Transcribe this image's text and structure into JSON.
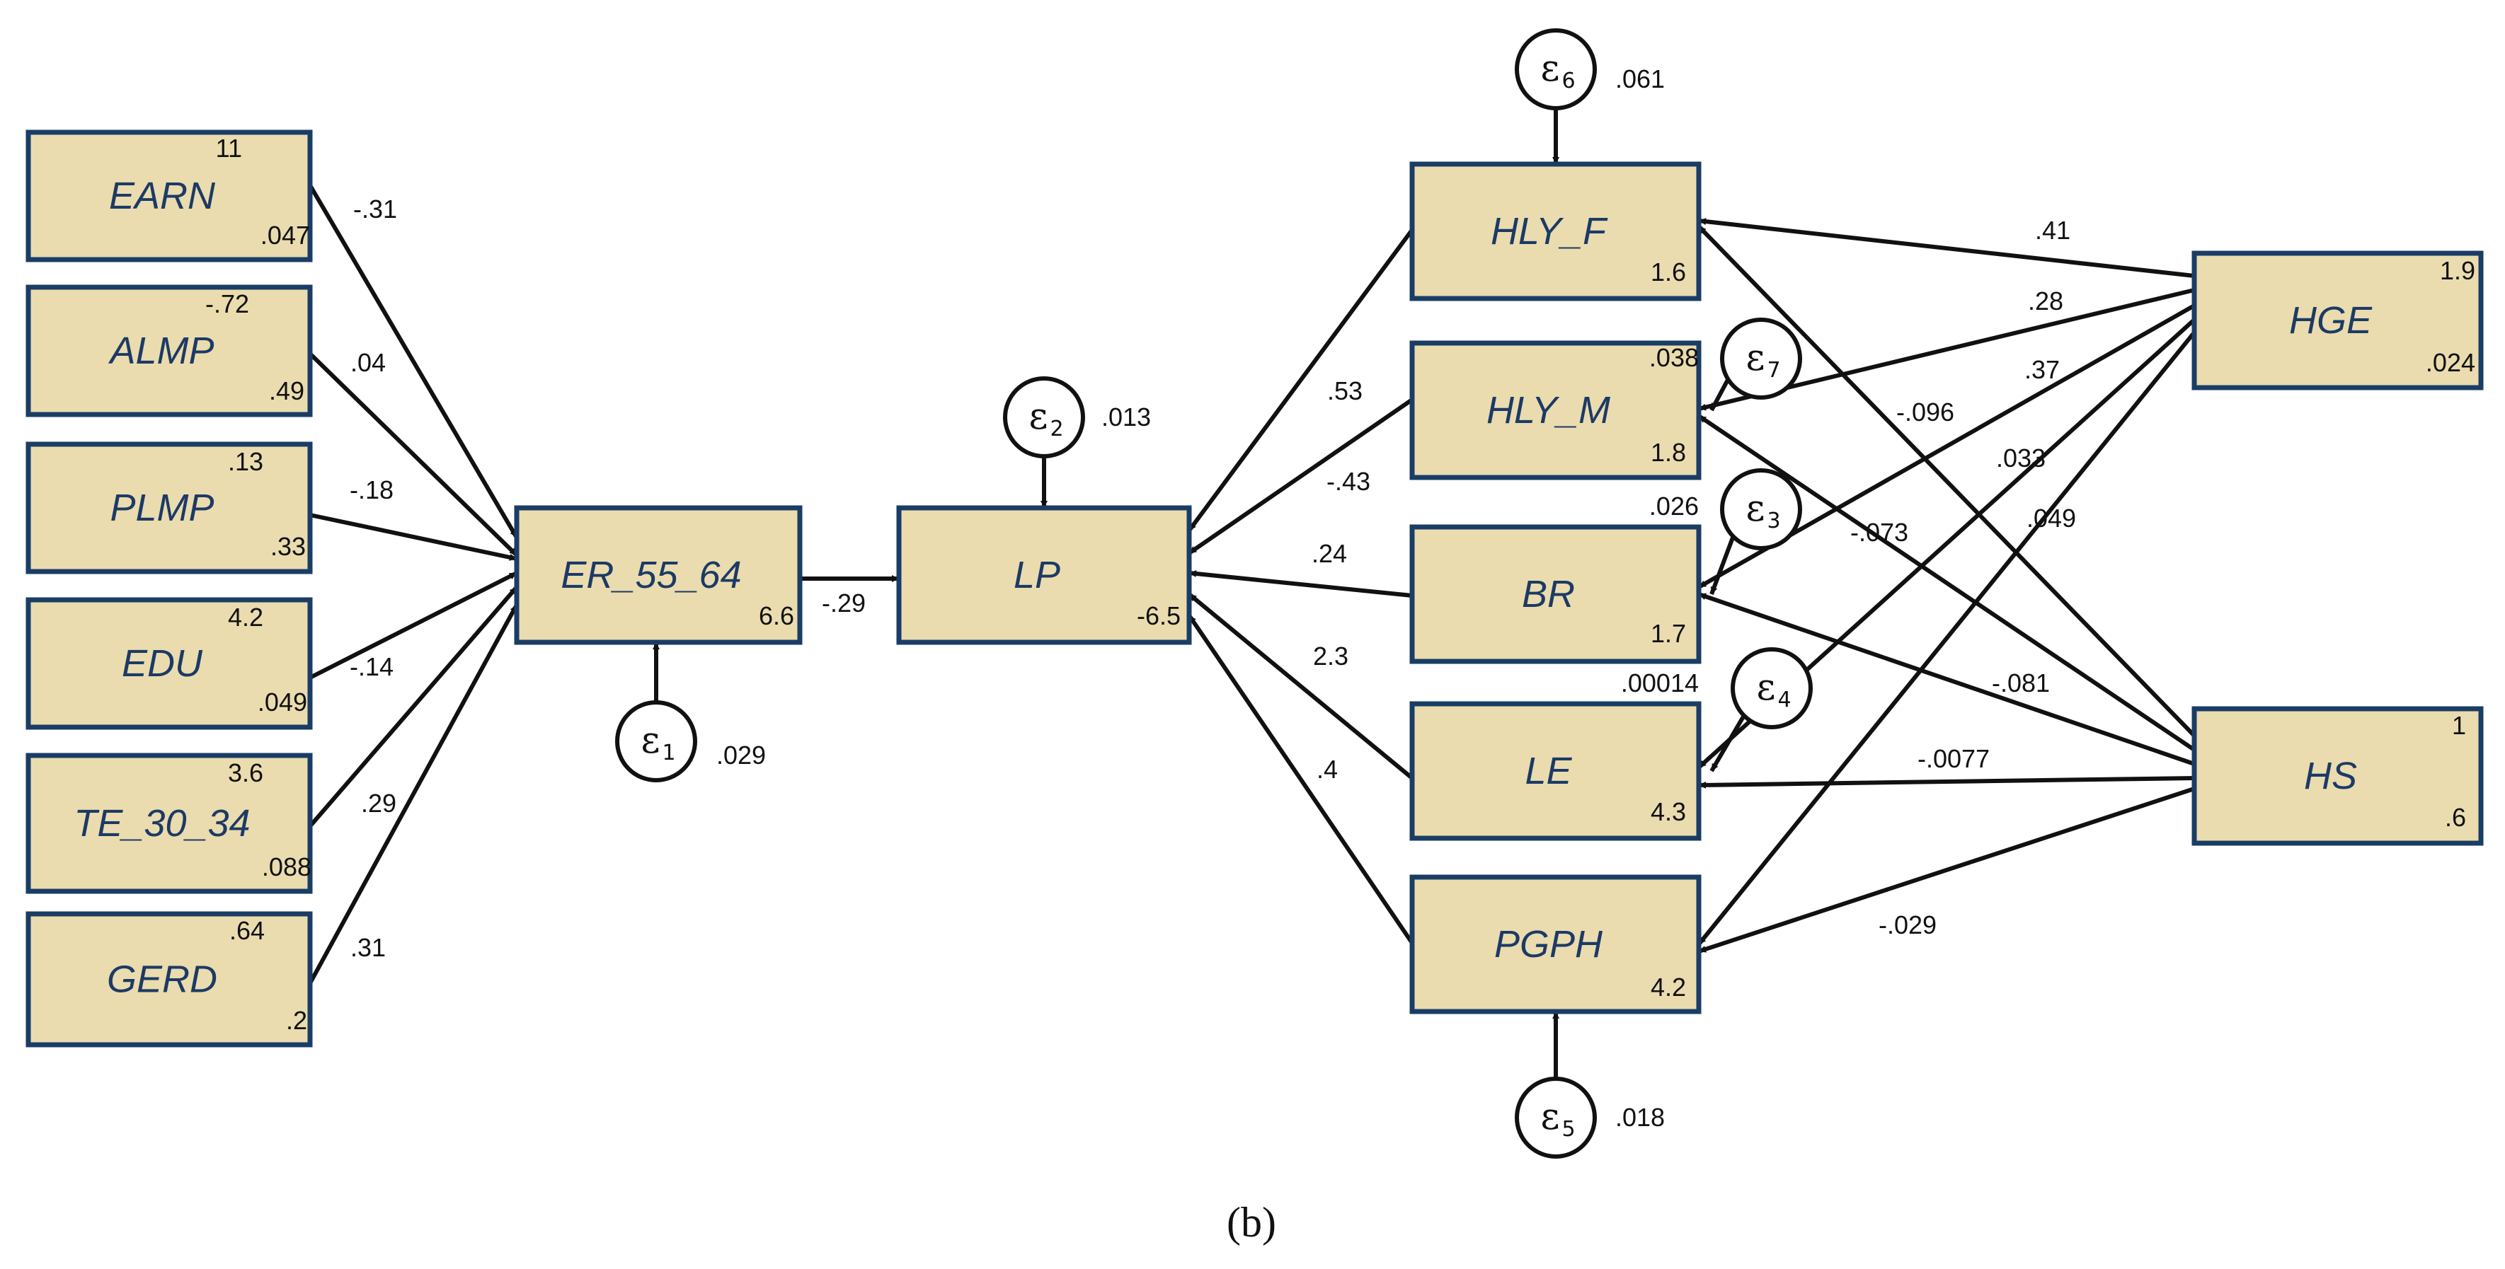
{
  "caption": "(b)",
  "nodes": [
    {
      "id": "EARN",
      "label": "EARN",
      "top": "11",
      "bottom": ".047"
    },
    {
      "id": "ALMP",
      "label": "ALMP",
      "top": "-.72",
      "bottom": ".49"
    },
    {
      "id": "PLMP",
      "label": "PLMP",
      "top": ".13",
      "bottom": ".33"
    },
    {
      "id": "EDU",
      "label": "EDU",
      "top": "4.2",
      "bottom": ".049"
    },
    {
      "id": "TE",
      "label": "TE_30_34",
      "top": "3.6",
      "bottom": ".088"
    },
    {
      "id": "GERD",
      "label": "GERD",
      "top": ".64",
      "bottom": ".2"
    },
    {
      "id": "ER",
      "label": "ER_55_64",
      "top": "",
      "bottom": "6.6"
    },
    {
      "id": "LP",
      "label": "LP",
      "top": "",
      "bottom": "-6.5"
    },
    {
      "id": "HLYF",
      "label": "HLY_F",
      "top": "",
      "bottom": "1.6"
    },
    {
      "id": "HLYM",
      "label": "HLY_M",
      "top": ".038",
      "bottom": "1.8"
    },
    {
      "id": "BR",
      "label": "BR",
      "top": ".026",
      "bottom": "1.7"
    },
    {
      "id": "LE",
      "label": "LE",
      "top": ".00014",
      "bottom": "4.3"
    },
    {
      "id": "PGPH",
      "label": "PGPH",
      "top": "",
      "bottom": "4.2"
    },
    {
      "id": "HGE",
      "label": "HGE",
      "top": "1.9",
      "bottom": ".024"
    },
    {
      "id": "HS",
      "label": "HS",
      "top": "1",
      "bottom": ".6"
    }
  ],
  "errors": [
    {
      "id": "e1",
      "symbol": "ε",
      "sub": "1",
      "value": ".029",
      "target": "ER"
    },
    {
      "id": "e2",
      "symbol": "ε",
      "sub": "2",
      "value": ".013",
      "target": "LP"
    },
    {
      "id": "e3",
      "symbol": "ε",
      "sub": "3",
      "value": "",
      "target": "BR"
    },
    {
      "id": "e4",
      "symbol": "ε",
      "sub": "4",
      "value": "",
      "target": "LE"
    },
    {
      "id": "e5",
      "symbol": "ε",
      "sub": "5",
      "value": ".018",
      "target": "PGPH"
    },
    {
      "id": "e6",
      "symbol": "ε",
      "sub": "6",
      "value": ".061",
      "target": "HLYF"
    },
    {
      "id": "e7",
      "symbol": "ε",
      "sub": "7",
      "value": "",
      "target": "HLYM"
    }
  ],
  "edges": [
    {
      "from": "EARN",
      "to": "ER",
      "label": "-.31"
    },
    {
      "from": "ALMP",
      "to": "ER",
      "label": ".04"
    },
    {
      "from": "PLMP",
      "to": "ER",
      "label": "-.18"
    },
    {
      "from": "EDU",
      "to": "ER",
      "label": "-.14"
    },
    {
      "from": "TE",
      "to": "ER",
      "label": ".29"
    },
    {
      "from": "GERD",
      "to": "ER",
      "label": ".31"
    },
    {
      "from": "ER",
      "to": "LP",
      "label": "-.29"
    },
    {
      "from": "HLYF",
      "to": "LP",
      "label": ".53"
    },
    {
      "from": "HLYM",
      "to": "LP",
      "label": "-.43"
    },
    {
      "from": "BR",
      "to": "LP",
      "label": ".24"
    },
    {
      "from": "LE",
      "to": "LP",
      "label": "2.3"
    },
    {
      "from": "PGPH",
      "to": "LP",
      "label": ".4"
    },
    {
      "from": "HGE",
      "to": "HLYF",
      "label": ".41"
    },
    {
      "from": "HGE",
      "to": "HLYM",
      "label": ".28"
    },
    {
      "from": "HGE",
      "to": "BR",
      "label": ".37"
    },
    {
      "from": "HGE",
      "to": "LE",
      "label": ".033"
    },
    {
      "from": "HGE",
      "to": "PGPH",
      "label": ".049"
    },
    {
      "from": "HS",
      "to": "HLYF",
      "label": "-.096"
    },
    {
      "from": "HS",
      "to": "HLYM",
      "label": "-.073"
    },
    {
      "from": "HS",
      "to": "BR",
      "label": "-.081"
    },
    {
      "from": "HS",
      "to": "LE",
      "label": "-.0077"
    },
    {
      "from": "HS",
      "to": "PGPH",
      "label": "-.029"
    }
  ]
}
